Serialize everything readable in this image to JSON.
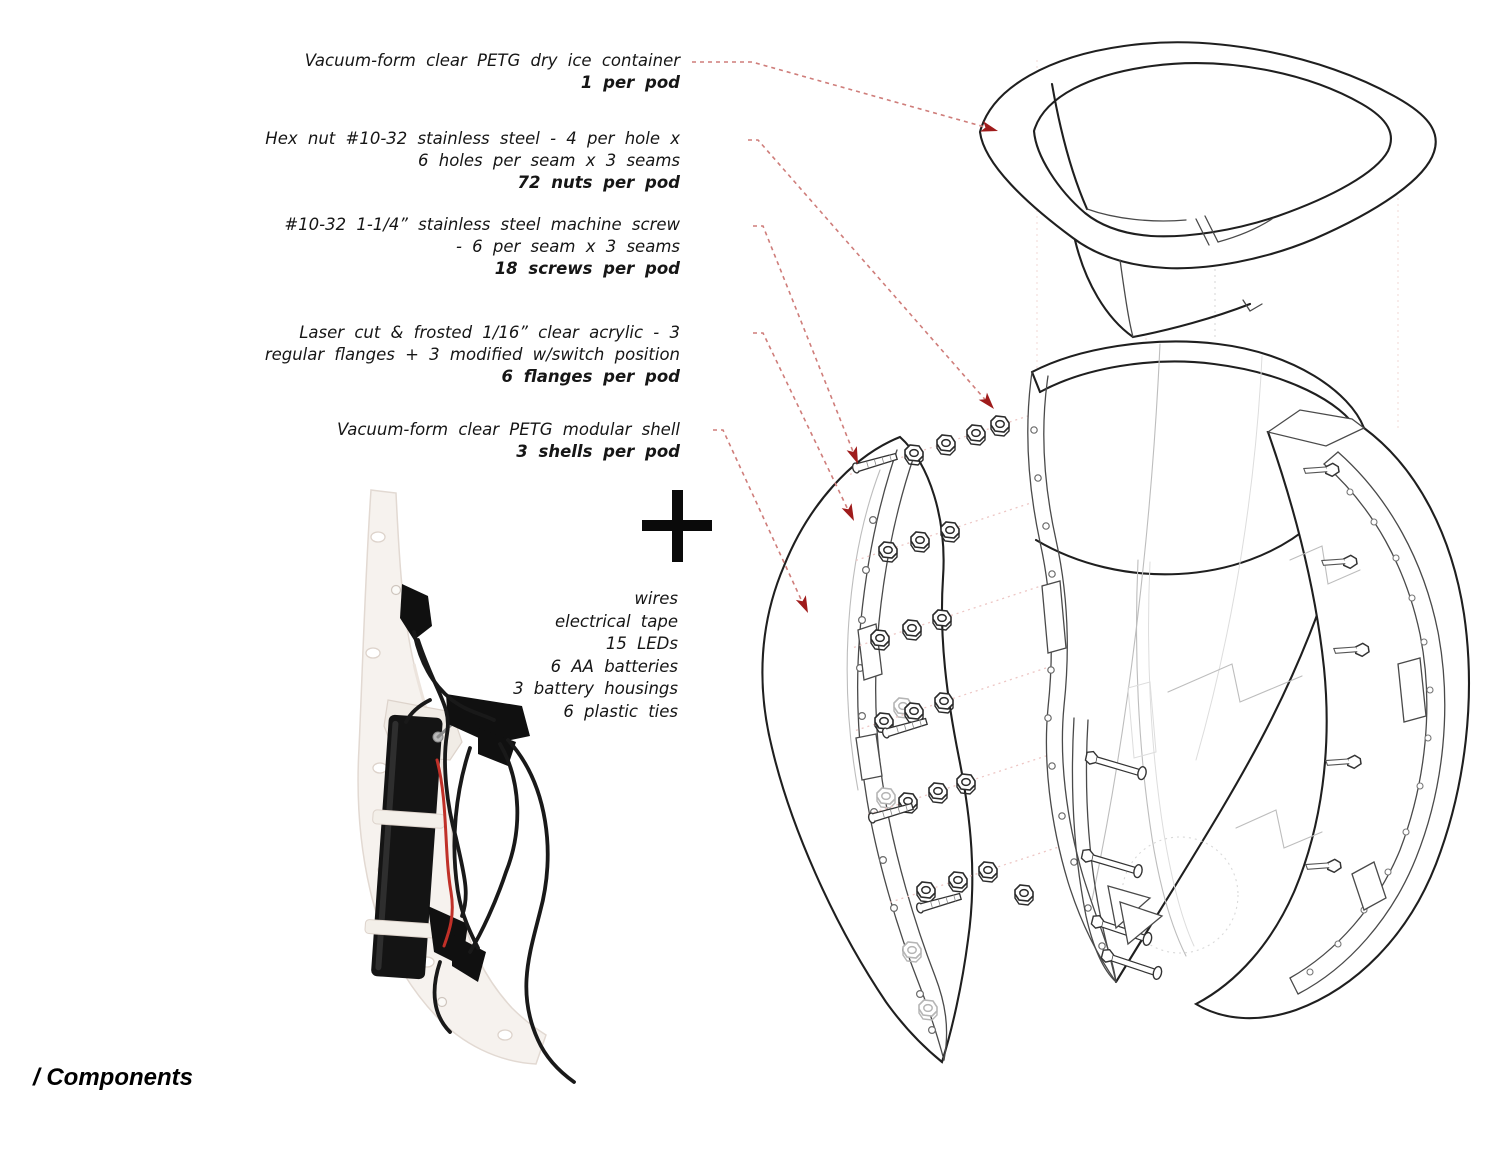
{
  "footer": {
    "label": "/ Components"
  },
  "plus_symbol": "+",
  "annotations": [
    {
      "lines": [
        "Vacuum-form clear PETG dry ice container"
      ],
      "count": "1 per pod"
    },
    {
      "lines": [
        "Hex nut #10-32 stainless steel - 4 per hole x",
        "6 holes per seam x 3 seams"
      ],
      "count": "72 nuts per pod"
    },
    {
      "lines": [
        "#10-32 1-1/4” stainless steel machine screw",
        "- 6 per seam x 3 seams"
      ],
      "count": "18 screws per pod"
    },
    {
      "lines": [
        "Laser cut & frosted 1/16” clear acrylic - 3",
        "regular flanges + 3 modified w/switch position"
      ],
      "count": "6 flanges per pod"
    },
    {
      "lines": [
        "Vacuum-form clear PETG modular shell"
      ],
      "count": "3 shells per pod"
    }
  ],
  "electronics_list": [
    "wires",
    "electrical tape",
    "15 LEDs",
    "6 AA batteries",
    "3 battery housings",
    "6 plastic ties"
  ],
  "colors": {
    "leader_line": "#cf7d7a",
    "leader_arrow": "#9f1b1b",
    "drawing_line_dark": "#1f1f1f",
    "drawing_line_light": "#c4c4c4",
    "axis_dotted_pink": "#edc6c4",
    "red_wire": "#c03028",
    "background": "#ffffff"
  }
}
